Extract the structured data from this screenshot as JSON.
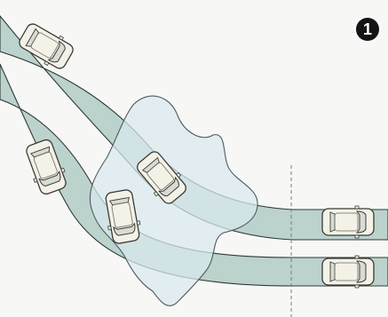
{
  "step_badge": {
    "number": "1",
    "background": "#141414",
    "text_color": "#ffffff"
  },
  "colors": {
    "background": "#f7f8f6",
    "road_fill": "#bcd2cd",
    "road_edge": "#2f3a38",
    "spill_fill": "#dae9ee",
    "spill_edge": "#4e5a5e",
    "car_body": "#f4f1e6",
    "car_outline": "#3a3a36",
    "marker_line": "#7a7a7a"
  },
  "scene": {
    "vehicles": [
      {
        "name": "car-top-left-lane"
      },
      {
        "name": "car-off-road-left"
      },
      {
        "name": "car-in-spill-center"
      },
      {
        "name": "car-skidding-left"
      },
      {
        "name": "car-right-upper-lane"
      },
      {
        "name": "car-right-lower-lane"
      }
    ]
  }
}
